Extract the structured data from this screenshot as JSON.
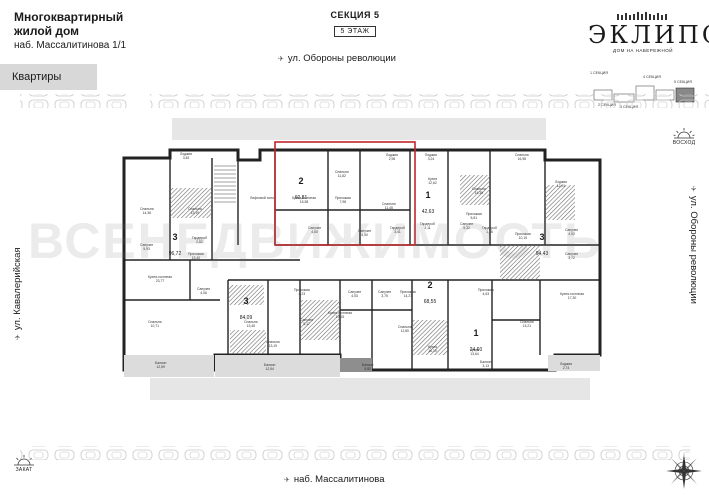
{
  "building": {
    "title": "Многоквартирный жилой дом",
    "address": "наб. Массалитинова 1/1"
  },
  "section": {
    "label": "СЕКЦИЯ 5",
    "floor": "5 ЭТАЖ"
  },
  "logo": {
    "name": "ЭКЛИПС",
    "subtitle": "ДОМ НА НАБЕРЕЖНОЙ"
  },
  "nav": {
    "apartments_label": "Квартиры"
  },
  "streets": {
    "top": "ул. Обороны революции",
    "bottom": "наб. Массалитинова",
    "left": "ул. Кавалерийская",
    "right": "ул. Обороны революции"
  },
  "sun": {
    "east": "ВОСХОД",
    "west": "ЗАКАТ"
  },
  "watermark": "ВСЕНЕДВИЖИМОСТЬ",
  "minimap": {
    "sections": [
      "1 СЕКЦИЯ",
      "2 СЕКЦИЯ",
      "3 СЕКЦИЯ",
      "4 СЕКЦИЯ",
      "5 СЕКЦИЯ"
    ]
  },
  "colors": {
    "highlight": "#c0272d",
    "wall": "#222222",
    "hatch": "#6e6e6e",
    "balcony": "#dcdcdc",
    "road": "#e6e6e6"
  },
  "apartments": [
    {
      "id": "apt-3-left",
      "rooms": "3",
      "area": "96,72"
    },
    {
      "id": "apt-2-highlighted",
      "rooms": "2",
      "area": "60,81"
    },
    {
      "id": "apt-1-top-right",
      "rooms": "1",
      "area": "42,63"
    },
    {
      "id": "apt-3-right",
      "rooms": "3",
      "area": "94,43"
    },
    {
      "id": "apt-3-bottom-left",
      "rooms": "3",
      "area": "84,09"
    },
    {
      "id": "apt-2-bottom",
      "rooms": "2",
      "area": "68,55"
    },
    {
      "id": "apt-1-bottom-right",
      "rooms": "1",
      "area": "24,60"
    }
  ],
  "room_labels": [
    {
      "name": "Лоджия",
      "area": "3,45"
    },
    {
      "name": "Спальня",
      "area": "14,36"
    },
    {
      "name": "Спальня",
      "area": "13,19"
    },
    {
      "name": "Гардероб",
      "area": "2,82"
    },
    {
      "name": "Прихожая",
      "area": "13,40"
    },
    {
      "name": "Санузел",
      "area": "5,93"
    },
    {
      "name": "Санузел",
      "area": "4,06"
    },
    {
      "name": "Кухня-гостиная",
      "area": "23,77"
    },
    {
      "name": "Спальня",
      "area": "10,71"
    },
    {
      "name": "Балкон",
      "area": "12,59"
    },
    {
      "name": "Лифтовой холл",
      "area": ""
    },
    {
      "name": "Спальня",
      "area": "11,82"
    },
    {
      "name": "Кухня-гостиная",
      "area": "15,58"
    },
    {
      "name": "Прихожая",
      "area": "7,98"
    },
    {
      "name": "Лоджия",
      "area": "2,96"
    },
    {
      "name": "Спальня",
      "area": "11,45"
    },
    {
      "name": "Санузел",
      "area": "4,60"
    },
    {
      "name": "Санузел",
      "area": "4,50"
    },
    {
      "name": "Гардероб",
      "area": "3,41"
    },
    {
      "name": "Лоджия",
      "area": "3,24"
    },
    {
      "name": "Кухня",
      "area": "12,62"
    },
    {
      "name": "Гардероб",
      "area": "3,11"
    },
    {
      "name": "Прихожая",
      "area": "5,81"
    },
    {
      "name": "Санузел",
      "area": "5,32"
    },
    {
      "name": "Спальня",
      "area": "14,35"
    },
    {
      "name": "Спальня",
      "area": "16,98"
    },
    {
      "name": "Лоджия",
      "area": "12,91"
    },
    {
      "name": "Гардероб",
      "area": "1,16"
    },
    {
      "name": "Прихожая",
      "area": "10,15"
    },
    {
      "name": "Санузел",
      "area": "4,52"
    },
    {
      "name": "Санузел",
      "area": "3,72"
    },
    {
      "name": "Кухня-гостиная",
      "area": "17,30"
    },
    {
      "name": "Прихожая",
      "area": "4,23"
    },
    {
      "name": "Санузел",
      "area": "5,17"
    },
    {
      "name": "Санузел",
      "area": "4,53"
    },
    {
      "name": "Санузел",
      "area": "3,75"
    },
    {
      "name": "Прихожая",
      "area": "14,27"
    },
    {
      "name": "Кухня-гостиная",
      "area": "13,15"
    },
    {
      "name": "Спальня",
      "area": "13,45"
    },
    {
      "name": "Спальня",
      "area": "13,19"
    },
    {
      "name": "Спальня",
      "area": "12,80"
    },
    {
      "name": "Кухня",
      "area": "16,19"
    },
    {
      "name": "Балкон",
      "area": "12,54"
    },
    {
      "name": "Балкон",
      "area": "5,82"
    },
    {
      "name": "Прихожая",
      "area": "4,63"
    },
    {
      "name": "Кухня",
      "area": "13,64"
    },
    {
      "name": "Балкон",
      "area": "3,13"
    },
    {
      "name": "Спальня",
      "area": "13,21"
    },
    {
      "name": "Лоджия",
      "area": "2,74"
    }
  ]
}
